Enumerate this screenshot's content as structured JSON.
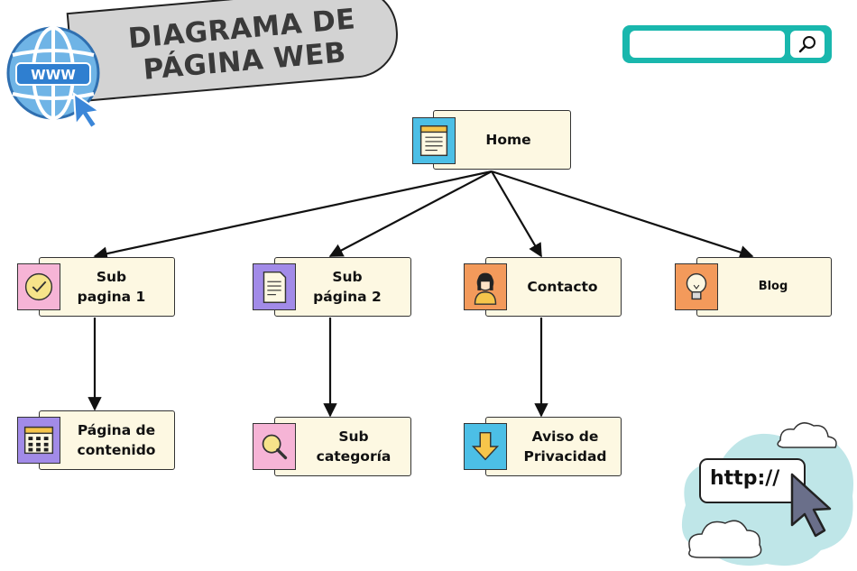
{
  "title": "DIAGRAMA DE PÁGINA WEB",
  "globe_badge": "WWW",
  "search": {
    "placeholder": ""
  },
  "url_text": "http://",
  "nodes": {
    "home": "Home",
    "sub1": "Sub pagina 1",
    "sub2": "Sub página 2",
    "contacto": "Contacto",
    "blog": "Blog",
    "contenido": "Página de contenido",
    "subcat": "Sub categoría",
    "aviso": "Aviso de Privacidad"
  },
  "edges": [
    [
      "home",
      "sub1"
    ],
    [
      "home",
      "sub2"
    ],
    [
      "home",
      "contacto"
    ],
    [
      "home",
      "blog"
    ],
    [
      "sub1",
      "contenido"
    ],
    [
      "sub2",
      "subcat"
    ],
    [
      "contacto",
      "aviso"
    ]
  ],
  "icons": {
    "home": "notepad-icon",
    "sub1": "checkmark-icon",
    "sub2": "document-icon",
    "contacto": "person-icon",
    "blog": "lightbulb-icon",
    "contenido": "calendar-icon",
    "subcat": "magnifier-icon",
    "aviso": "download-arrow-icon"
  },
  "colors": {
    "node_fill": "#fdf8e2",
    "search_accent": "#19b7ad",
    "banner_gray": "#d3d3d3",
    "tile_blue": "#4cbfe6",
    "tile_pink": "#f6b4d6",
    "tile_purple": "#a28be8",
    "tile_orange": "#f39a5b",
    "tile_yellow": "#f6c54b",
    "cloud_teal": "#bfe6e8"
  }
}
